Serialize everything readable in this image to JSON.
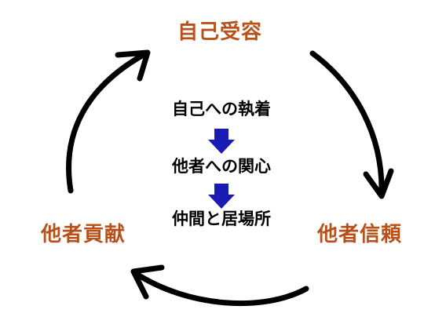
{
  "colors": {
    "node_text": "#b8501a",
    "center_text": "#000000",
    "cycle_arrow": "#000000",
    "down_arrow": "#1a1ab4"
  },
  "cycle": {
    "top": "自己受容",
    "right": "他者信頼",
    "left": "他者貢献"
  },
  "center": {
    "steps": [
      "自己への執着",
      "他者への関心",
      "仲間と居場所"
    ]
  }
}
